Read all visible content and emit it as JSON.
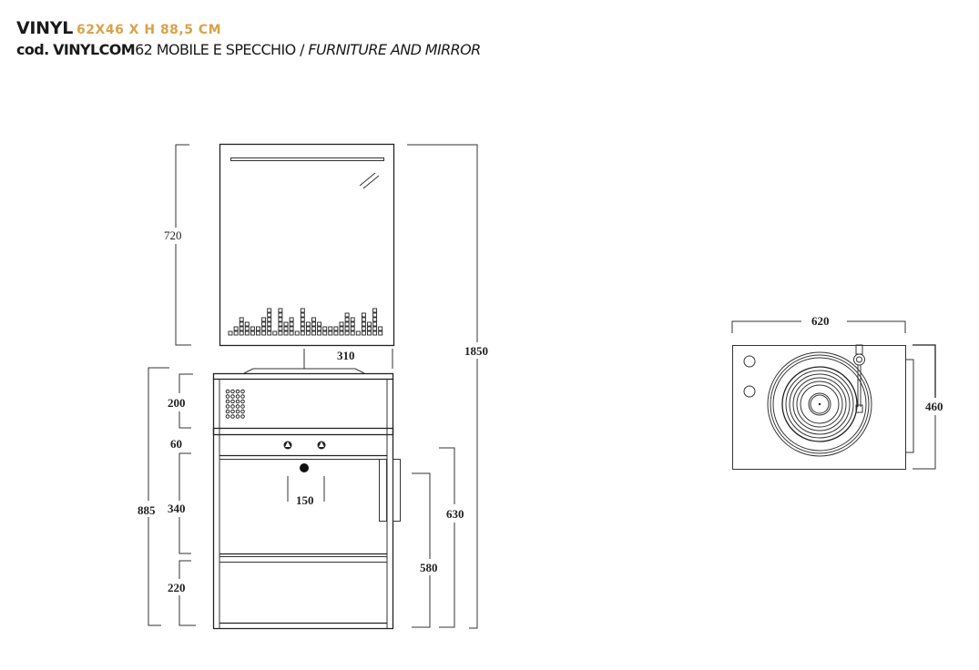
{
  "header": {
    "product_name": "VINYL",
    "dimensions": "62X46 X H 88,5 CM",
    "code_prefix": "cod.",
    "code": "VINYLCOM",
    "code_suffix": "62",
    "description_it": "MOBILE E SPECCHIO",
    "separator": "/",
    "description_en": "FURNITURE AND MIRROR"
  },
  "colors": {
    "accent": "#d9a24a",
    "line": "#222222",
    "background": "#ffffff"
  },
  "front_view": {
    "mirror": {
      "height_label": "720",
      "equalizer_column_heights": [
        1,
        2,
        4,
        3,
        2,
        2,
        4,
        6,
        1,
        6,
        3,
        4,
        1,
        6,
        3,
        4,
        3,
        2,
        2,
        2,
        3,
        5,
        4,
        1,
        5,
        3,
        6,
        2
      ]
    },
    "cabinet": {
      "total_height_label": "885",
      "top_drawer_label": "200",
      "gap_label": "60",
      "middle_section_label": "340",
      "bottom_section_label": "220",
      "basin_offset_label": "310",
      "tap_spacing_label": "150"
    },
    "overall_height_label": "1850",
    "side_dim_outer_label": "630",
    "side_dim_inner_label": "580"
  },
  "top_view": {
    "width_label": "620",
    "depth_label": "460",
    "icons": [
      "knob-icon",
      "knob-icon",
      "turntable-record-icon",
      "tonearm-icon"
    ]
  }
}
